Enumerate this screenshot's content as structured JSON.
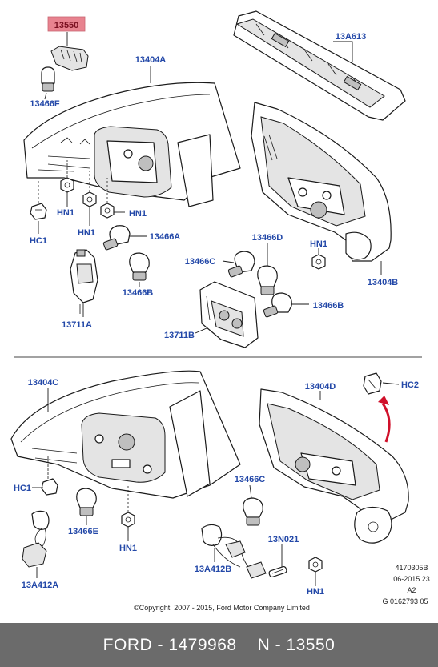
{
  "labels": {
    "l13550": "13550",
    "l13466F": "13466F",
    "l13404A": "13404A",
    "l13A613": "13A613",
    "lHC1a": "HC1",
    "lHN1a": "HN1",
    "lHN1b": "HN1",
    "lHN1c": "HN1",
    "l13466A": "13466A",
    "l13466D": "13466D",
    "l13466C_top": "13466C",
    "lHN1d": "HN1",
    "l13466B_left": "13466B",
    "l13466B_right": "13466B",
    "l13404B": "13404B",
    "l13711A": "13711A",
    "l13711B": "13711B",
    "l13404C": "13404C",
    "l13404D": "13404D",
    "lHC2": "HC2",
    "lHC1b": "HC1",
    "l13466C_bottom": "13466C",
    "l13466E": "13466E",
    "l13N021": "13N021",
    "lHN1e": "HN1",
    "lHN1f": "HN1",
    "l13A412A": "13A412A",
    "l13A412B": "13A412B"
  },
  "meta": {
    "line1": "4170305B",
    "line2": "06-2015 23",
    "line3": "A2",
    "line4": "G 0162793 05"
  },
  "copyright": "©Copyright, 2007 - 2015, Ford Motor Company Limited",
  "footer": {
    "left": "FORD - 1479968",
    "right": "N - 13550"
  },
  "colors": {
    "label": "#2348a8",
    "highlight_box": "#e8838f",
    "arrow": "#d0102a",
    "footer_bg": "#6b6b6b"
  }
}
